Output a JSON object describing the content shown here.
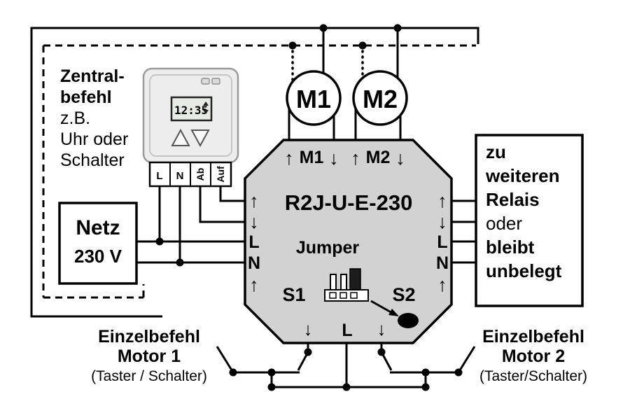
{
  "colors": {
    "background": "#ffffff",
    "line": "#000000",
    "relay_fill": "#d2d2d2",
    "device_fill": "#ededed",
    "lcd_fill": "#e6ece4"
  },
  "zentralbefehl": {
    "l1": "Zentral-",
    "l2": "befehl",
    "l3": "z.B.",
    "l4": "Uhr oder",
    "l5": "Schalter"
  },
  "timer": {
    "display": "12:35",
    "terminals": [
      "L",
      "N",
      "Ab",
      "Auf"
    ]
  },
  "netz": {
    "l1": "Netz",
    "l2": "230 V"
  },
  "motor1": "M1",
  "motor2": "M2",
  "relay": {
    "title": "R2J-U-E-230",
    "jumper": "Jumper",
    "m1_up": "↑",
    "m1_label": "M1",
    "m1_down": "↓",
    "m2_up": "↑",
    "m2_label": "M2",
    "m2_down": "↓",
    "left_terminals": [
      "↑",
      "↓",
      "L",
      "N",
      "↑"
    ],
    "right_terminals": [
      "↑",
      "↓",
      "L",
      "N",
      "↑"
    ],
    "s1": "S1",
    "s2": "S2",
    "bottom": {
      "down1": "↓",
      "l": "L",
      "down2": "↓"
    }
  },
  "right_box": {
    "l1": "zu",
    "l2": "weiteren",
    "l3": "Relais",
    "l4": "oder",
    "l5": "bleibt",
    "l6": "unbelegt"
  },
  "einzelbefehl_m1": {
    "l1": "Einzelbefehl",
    "l2": "Motor 1",
    "l3": "(Taster / Schalter)"
  },
  "einzelbefehl_m2": {
    "l1": "Einzelbefehl",
    "l2": "Motor 2",
    "l3": "(Taster/Schalter)"
  }
}
